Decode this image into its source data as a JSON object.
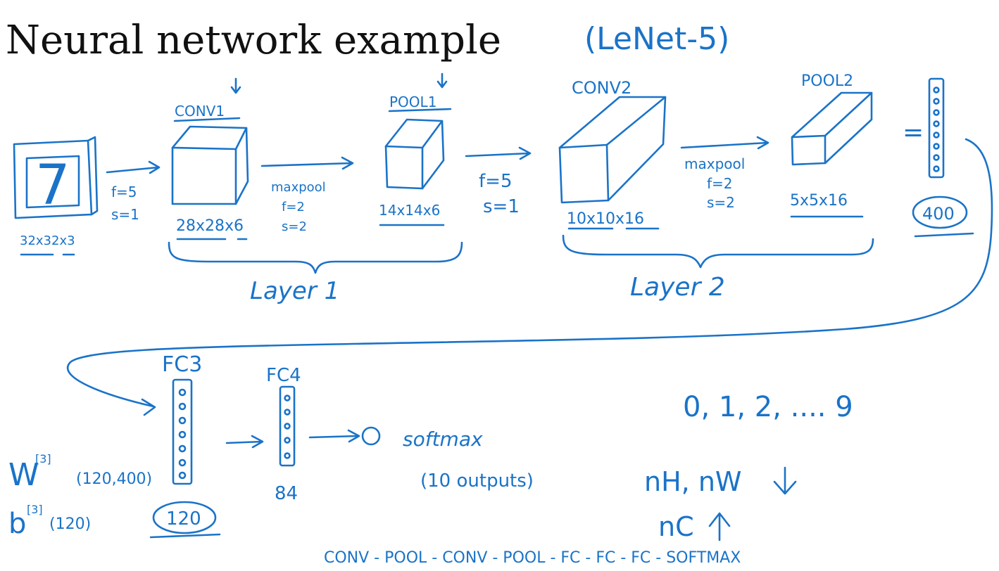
{
  "title": "Neural network example",
  "subtitle": "(LeNet-5)",
  "input": {
    "digit": "7",
    "dims": "32x32x3"
  },
  "conv1": {
    "label": "CONV1",
    "dims": "28x28x6",
    "params": [
      "f=5",
      "s=1"
    ]
  },
  "pool1": {
    "label": "POOL1",
    "dims": "14x14x6",
    "params": [
      "maxpool",
      "f=2",
      "s=2"
    ]
  },
  "conv2": {
    "label": "CONV2",
    "dims": "10x10x16",
    "params": [
      "f=5",
      "s=1"
    ]
  },
  "pool2": {
    "label": "POOL2",
    "dims": "5x5x16",
    "params": [
      "maxpool",
      "f=2",
      "s=2"
    ]
  },
  "flatten": {
    "equals": "=",
    "size": "400"
  },
  "layer1": "Layer 1",
  "layer2": "Layer 2",
  "fc3": {
    "label": "FC3",
    "size": "120",
    "weight": "W",
    "weight_sup": "[3]",
    "weight_shape": "(120,400)",
    "bias": "b",
    "bias_sup": "[3]",
    "bias_shape": "(120)"
  },
  "fc4": {
    "label": "FC4",
    "size": "84"
  },
  "softmax": {
    "label": "softmax",
    "outputs": "(10 outputs)"
  },
  "classes": "0, 1, 2, .... 9",
  "trend": {
    "hw": "nH, nW",
    "c": "nC"
  },
  "pipeline": "CONV - POOL - CONV - POOL - FC - FC - FC - SOFTMAX",
  "colors": {
    "ink": "#1a73c8",
    "text": "#111111"
  }
}
